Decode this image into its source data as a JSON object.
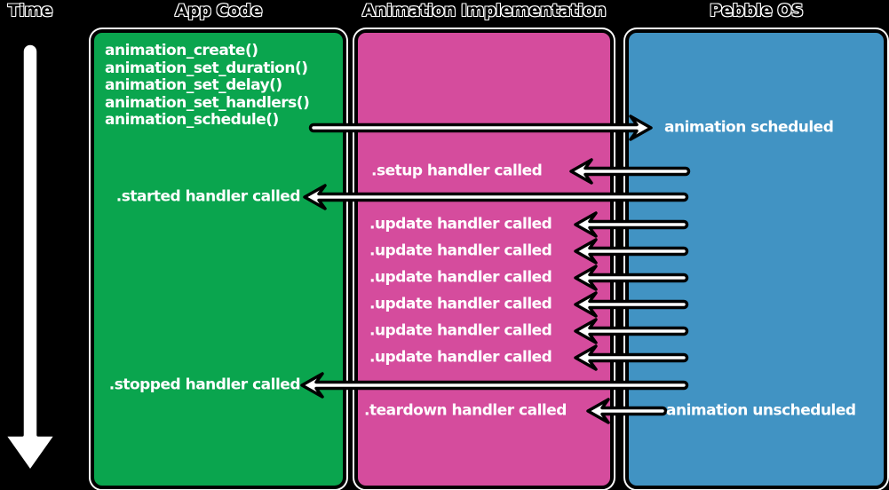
{
  "diagram": {
    "background_color": "#000000",
    "time_axis": {
      "label": "Time",
      "direction": "down"
    },
    "columns": [
      {
        "id": "app-code",
        "title": "App Code",
        "color": "#0aa54e"
      },
      {
        "id": "animation-implementation",
        "title": "Animation Implementation",
        "color": "#d54c9d"
      },
      {
        "id": "pebble-os",
        "title": "Pebble OS",
        "color": "#4193c3"
      }
    ],
    "app_code_calls": [
      "animation_create()",
      "animation_set_duration()",
      "animation_set_delay()",
      "animation_set_handlers()",
      "animation_schedule()"
    ],
    "events": {
      "scheduled": {
        "label": "animation scheduled",
        "column": "pebble-os",
        "arrow_direction": "right"
      },
      "setup": {
        "label": ".setup handler called",
        "column": "animation-implementation",
        "arrow_direction": "left"
      },
      "started": {
        "label": ".started handler called",
        "column": "app-code",
        "arrow_direction": "left"
      },
      "update": {
        "label": ".update handler called",
        "column": "animation-implementation",
        "arrow_direction": "left",
        "count": 6
      },
      "stopped": {
        "label": ".stopped handler called",
        "column": "app-code",
        "arrow_direction": "left"
      },
      "teardown": {
        "label": ".teardown handler called",
        "column": "animation-implementation",
        "arrow_direction": "left"
      },
      "unscheduled": {
        "label": "animation unscheduled",
        "column": "pebble-os",
        "arrow_direction": "left"
      }
    },
    "arrow_style": {
      "fill": "#ffffff",
      "outline": "#000000"
    },
    "text_color": "#ffffff"
  }
}
